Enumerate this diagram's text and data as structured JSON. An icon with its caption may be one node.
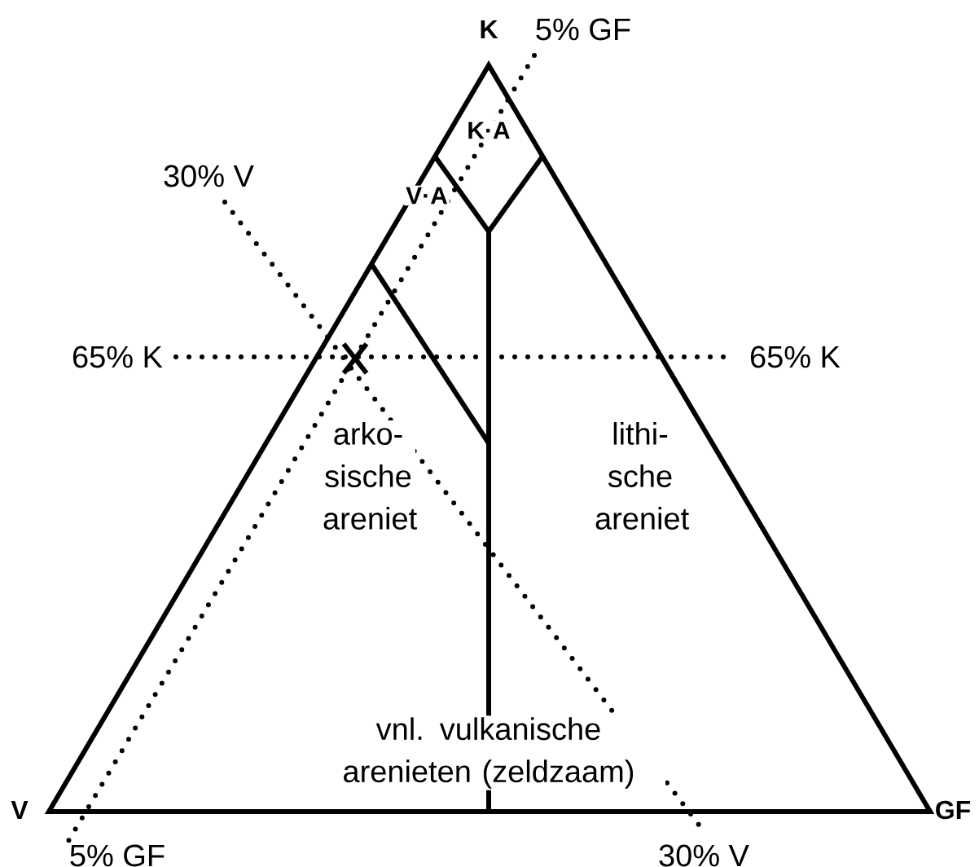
{
  "diagram": {
    "labels": [
      "K",
      "5% GF",
      "K·A",
      "30% V",
      "V·A",
      "65% K",
      "65% K",
      "arko- sische areniet",
      "lithi- sche areniet",
      "vnl. vulkanische arenieten (zeldzaam)",
      "V",
      "GF",
      "5% GF",
      "30% V"
    ]
  }
}
